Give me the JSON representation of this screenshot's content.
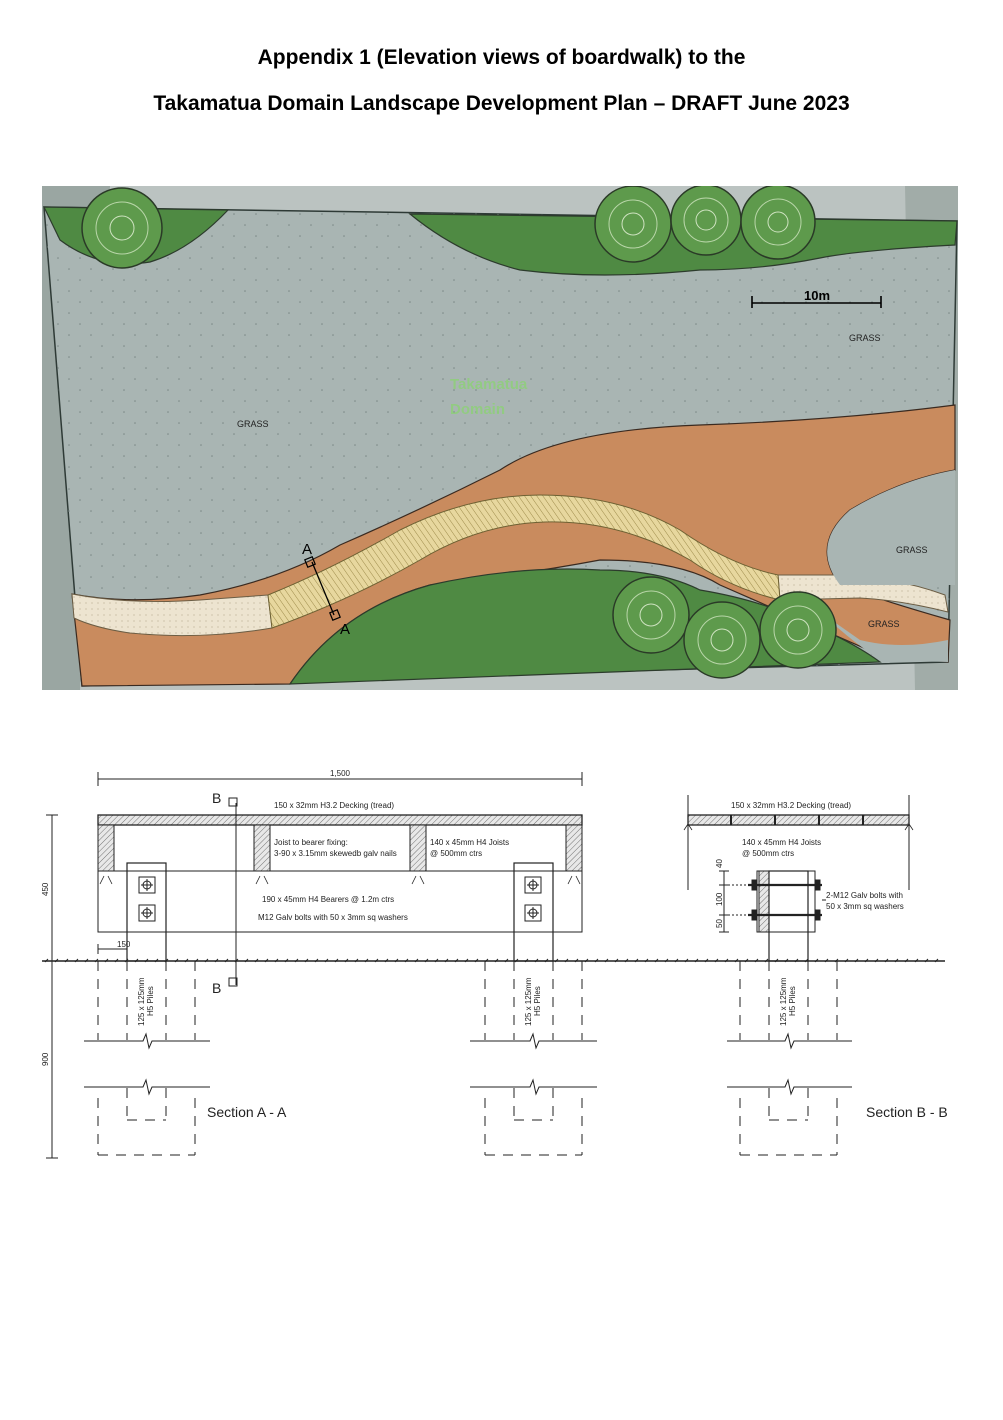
{
  "heading": {
    "line1": "Appendix 1 (Elevation views of boardwalk) to the",
    "line2": "Takamatua Domain Landscape Development Plan – DRAFT June 2023"
  },
  "plan": {
    "scale_label": "10m",
    "domain_label_line1": "Takamatua",
    "domain_label_line2": "Domain",
    "grass_labels": [
      "GRASS",
      "GRASS",
      "GRASS",
      "GRASS"
    ],
    "section_marker": "A",
    "colors": {
      "grass_bg": "#aab4b2",
      "garden": "#4f8a43",
      "path": "#c98b5e",
      "sand_path": "#ece3cf",
      "boardwalk": "#e6d49a",
      "tree": "#5e9a4c"
    }
  },
  "section_aa": {
    "dim_top": "1,500",
    "dim_height": "450",
    "dim_depth": "900",
    "dim_pile_width": "150",
    "decking": "150 x 32mm H3.2 Decking (tread)",
    "fixing_line1": "Joist to bearer fixing:",
    "fixing_line2": "3-90 x 3.15mm skewedb galv nails",
    "joists_line1": "140 x 45mm H4 Joists",
    "joists_line2": "@ 500mm ctrs",
    "bearers": "190 x 45mm H4 Bearers @ 1.2m ctrs",
    "bolts": "M12 Galv bolts with 50 x 3mm sq washers",
    "pile_line1": "125 x 125mm",
    "pile_line2": "H5 Piles",
    "marker": "B",
    "title": "Section A - A"
  },
  "section_bb": {
    "decking": "150 x 32mm H3.2 Decking (tread)",
    "joists_line1": "140 x 45mm H4 Joists",
    "joists_line2": "@ 500mm ctrs",
    "dim_40": "40",
    "dim_100": "100",
    "dim_50": "50",
    "bolts_line1": "2-M12 Galv bolts with",
    "bolts_line2": "50 x 3mm sq washers",
    "pile_line1": "125 x 125mm",
    "pile_line2": "H5 Piles",
    "title": "Section B - B"
  }
}
